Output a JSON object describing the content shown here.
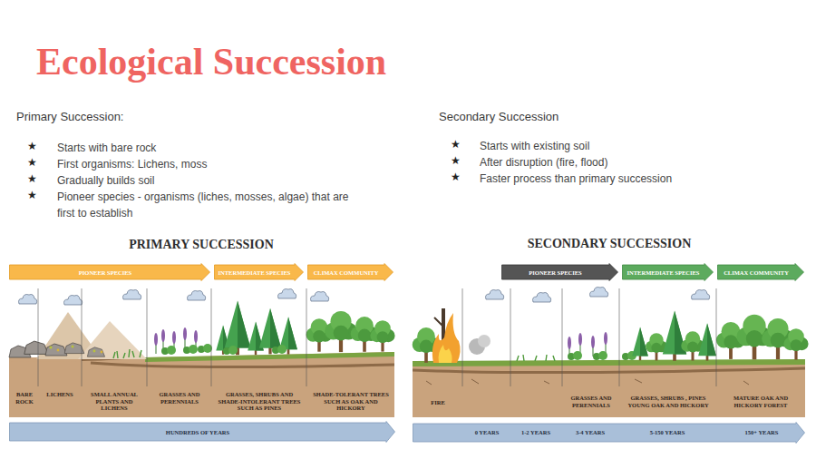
{
  "diagram": {
    "title": "Ecological Succession",
    "nodes": [
      {
        "text": [
          "PIONEER SPECIES"
        ]
      },
      {
        "text": [
          "INTERMEDIATE SPECIES"
        ]
      },
      {
        "text": [
          "CLIMAX COMMUNITY"
        ]
      },
      {
        "text": [
          "HUNDREDS OF YEARS"
        ]
      },
      {
        "text": [
          "PIONEER SPECIES"
        ]
      },
      {
        "text": [
          "INTERMEDIATE SPECIES"
        ]
      },
      {
        "text": [
          "CLIMAX COMMUNITY"
        ]
      },
      {
        "text": [
          "0 YEARS",
          "1-2 YEARS",
          "3-4 YEARS",
          "5-150 YEARS",
          "150+ YEARS"
        ]
      }
    ],
    "labels": [
      "Primary Succession:",
      "★",
      "Starts with bare rock",
      "★",
      "First organisms: Lichens, moss",
      "★",
      "Gradually builds soil",
      "★",
      "Pioneer species - organisms (liches, mosses, algae) that are first to establish",
      "Secondary Succession",
      "★",
      "Starts with existing soil",
      "★",
      "After disruption (fire, flood)",
      "★",
      "Faster process than primary succession",
      "PRIMARY SUCCESSION",
      "BARE ROCK",
      "LICHENS",
      "SMALL ANNUAL PLANTS AND LICHENS",
      "GRASSES AND PERENNIALS",
      "GRASSES, SHRUBS AND SHADE-INTOLERANT TREES SUCH AS PINES",
      "SHADE-TOLERANT TREES SUCH AS OAK AND HICKORY",
      "SECONDARY SUCCESSION",
      "FIRE",
      "GRASSES AND PERENNIALS",
      "GRASSES, SHRUBS , PINES YOUNG OAK AND HICKORY",
      "MATURE OAK AND HICKORY FOREST"
    ]
  }
}
